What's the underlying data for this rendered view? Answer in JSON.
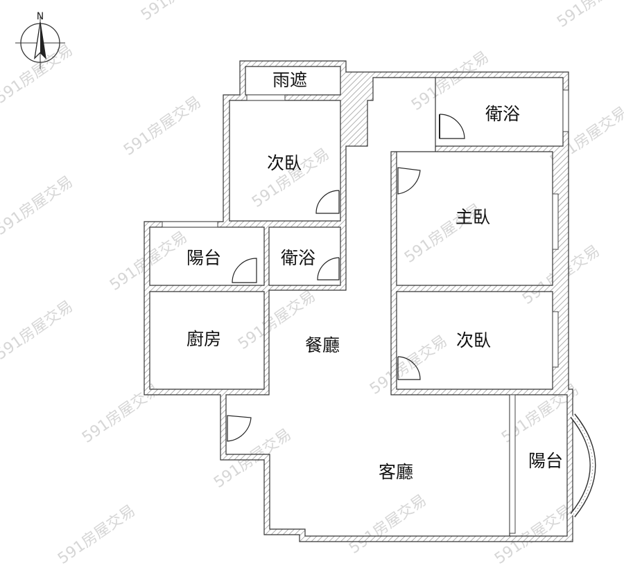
{
  "compass": {
    "north_label": "N"
  },
  "rooms": [
    {
      "id": "rain-cover",
      "label": "雨遮"
    },
    {
      "id": "bathroom-top",
      "label": "衛浴"
    },
    {
      "id": "bedroom-top",
      "label": "次臥"
    },
    {
      "id": "master-bedroom",
      "label": "主臥"
    },
    {
      "id": "balcony-left",
      "label": "陽台"
    },
    {
      "id": "bathroom-mid",
      "label": "衛浴"
    },
    {
      "id": "kitchen",
      "label": "廚房"
    },
    {
      "id": "dining-room",
      "label": "餐廳"
    },
    {
      "id": "bedroom-right",
      "label": "次臥"
    },
    {
      "id": "living-room",
      "label": "客廳"
    },
    {
      "id": "balcony-right",
      "label": "陽台"
    }
  ],
  "watermark": {
    "text": "591房屋交易"
  }
}
